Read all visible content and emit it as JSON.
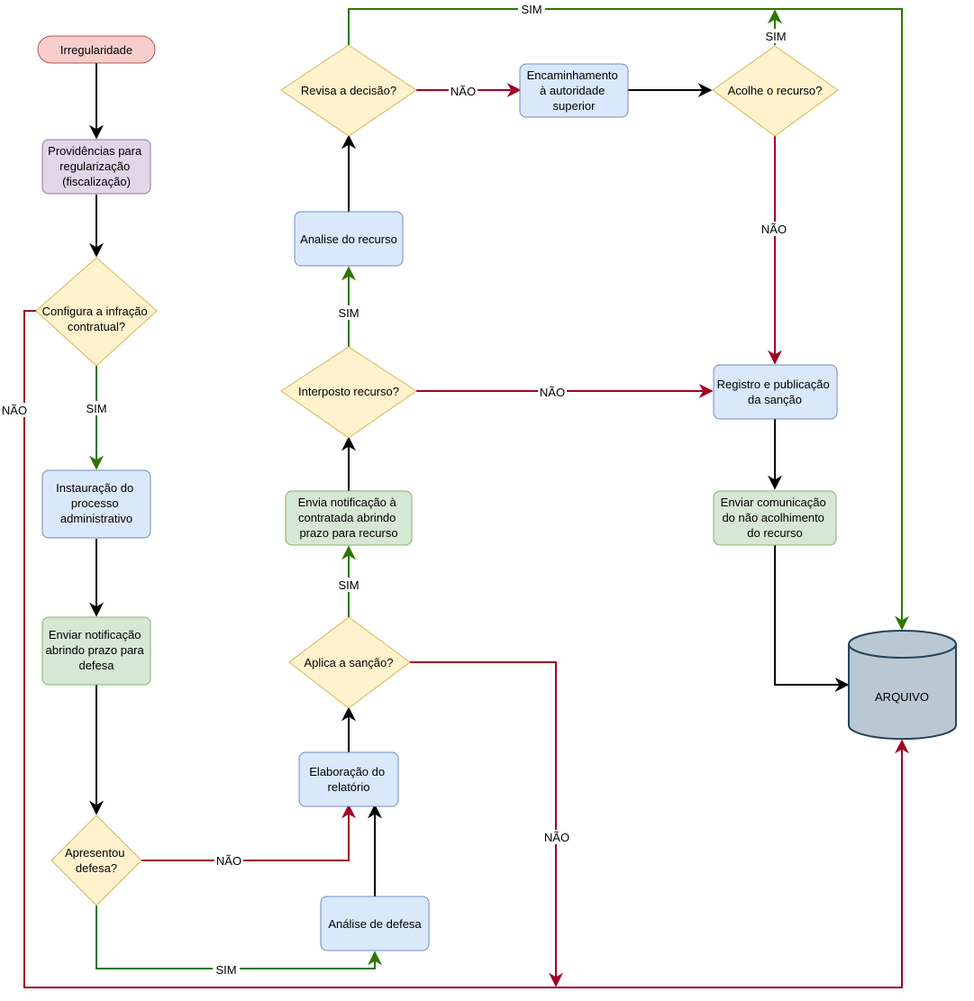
{
  "colors": {
    "start_fill": "#f8cecc",
    "start_stroke": "#b85450",
    "purple_fill": "#e1d5e7",
    "purple_stroke": "#9673a6",
    "blue_fill": "#dae8fc",
    "blue_stroke": "#6c8ebf",
    "green_fill": "#d5e8d4",
    "green_stroke": "#82b366",
    "diamond_fill": "#fff2cc",
    "diamond_stroke": "#d6b656",
    "db_fill": "#bac8d3",
    "db_stroke": "#23445d",
    "edge_black": "#000000",
    "edge_green": "#2d7600",
    "edge_red": "#a20025"
  },
  "nodes": {
    "irregularidade": "Irregularidade",
    "providencias": [
      "Providências para",
      "regularização",
      "(fiscalização)"
    ],
    "configura": [
      "Configura a infração",
      "contratual?"
    ],
    "instauracao": [
      "Instauração do",
      "processo",
      "administrativo"
    ],
    "enviar_notificacao": [
      "Enviar notificação",
      "abrindo prazo para",
      "defesa"
    ],
    "apresentou": [
      "Apresentou",
      "defesa?"
    ],
    "analise_defesa": "Análise de defesa",
    "elaboracao": [
      "Elaboração do",
      "relatório"
    ],
    "aplica": "Aplica a sanção?",
    "envia_notificacao_recurso": [
      "Envia notificação à",
      "contratada abrindo",
      "prazo para recurso"
    ],
    "interposto": "Interposto recurso?",
    "analise_recurso": "Analise do recurso",
    "revisa": "Revisa a decisão?",
    "encaminhamento": [
      "Encaminhamento",
      "à autoridade",
      "superior"
    ],
    "acolhe": "Acolhe o recurso?",
    "registro": [
      "Registro e publicação",
      "da sanção"
    ],
    "comunicacao": [
      "Enviar comunicação",
      "do não acolhimento",
      "do recurso"
    ],
    "arquivo": "ARQUIVO"
  },
  "edge_labels": {
    "sim": "SIM",
    "nao": "NÃO"
  }
}
